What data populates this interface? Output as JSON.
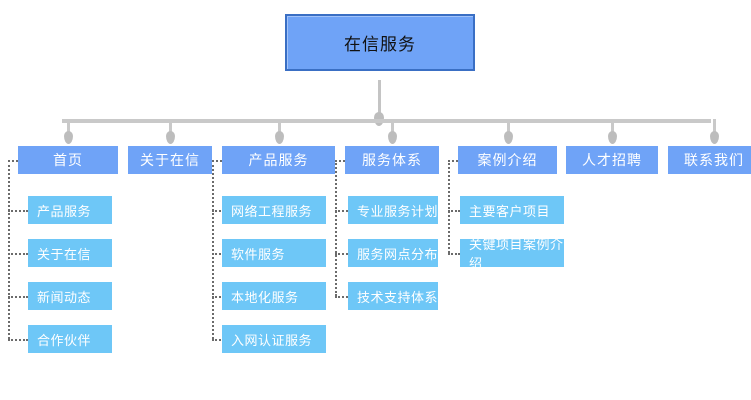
{
  "diagram": {
    "type": "sitemap-tree",
    "title": "在信服务",
    "colors": {
      "root_fill": "#6fa3f7",
      "root_border": "#3a6fc4",
      "level2_fill": "#6fa3f7",
      "level3_fill": "#6ec7f7",
      "connector_solid": "#c9c9c9",
      "connector_dotted": "#6b6b6b",
      "level2_text": "#ffffff",
      "level3_text": "#ffffff",
      "root_text": "#111111",
      "background": "#ffffff"
    },
    "root": {
      "label": "在信服务"
    },
    "columns": [
      {
        "label": "首页",
        "children": [
          {
            "label": "产品服务"
          },
          {
            "label": "关于在信"
          },
          {
            "label": "新闻动态"
          },
          {
            "label": "合作伙伴"
          }
        ]
      },
      {
        "label": "关于在信",
        "children": []
      },
      {
        "label": "产品服务",
        "children": [
          {
            "label": "网络工程服务"
          },
          {
            "label": "软件服务"
          },
          {
            "label": "本地化服务"
          },
          {
            "label": "入网认证服务"
          }
        ]
      },
      {
        "label": "服务体系",
        "children": [
          {
            "label": "专业服务计划"
          },
          {
            "label": "服务网点分布"
          },
          {
            "label": "技术支持体系"
          }
        ]
      },
      {
        "label": "案例介绍",
        "children": [
          {
            "label": "主要客户项目"
          },
          {
            "label": "关键项目案例介绍"
          }
        ]
      },
      {
        "label": "人才招聘",
        "children": []
      },
      {
        "label": "联系我们",
        "children": []
      }
    ]
  }
}
